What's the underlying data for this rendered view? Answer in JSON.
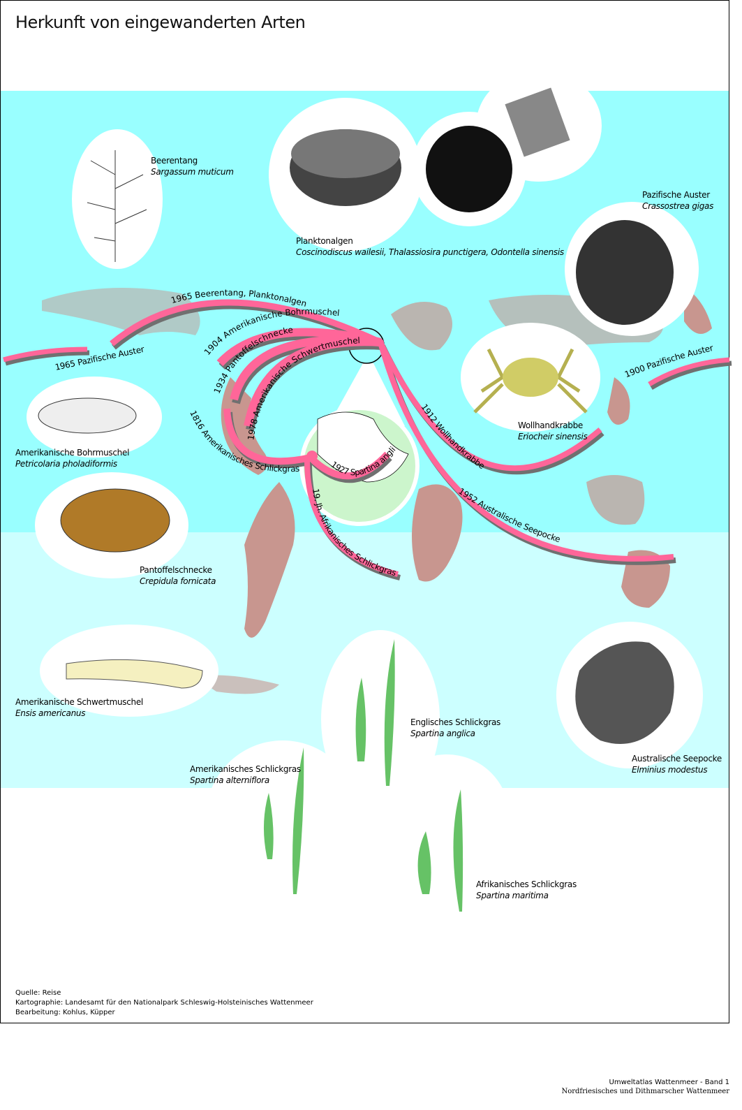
{
  "title": "Herkunft von eingewanderten Arten",
  "colors": {
    "ocean_north": "#99ffff",
    "ocean_south": "#ccffff",
    "land": "#c8968f",
    "arrow": "#ff6699",
    "arrow_shadow": "#707070",
    "inset": "#ccf5cc"
  },
  "species": [
    {
      "name": "Beerentang",
      "latin": "Sargassum muticum"
    },
    {
      "name": "Planktonalgen",
      "latin": "Coscinodiscus wailesii, Thalassiosira punctigera, Odontella sinensis"
    },
    {
      "name": "Pazifische Auster",
      "latin": "Crassostrea gigas"
    },
    {
      "name": "Wollhandkrabbe",
      "latin": "Eriocheir sinensis"
    },
    {
      "name": "Amerikanische Bohrmuschel",
      "latin": "Petricolaria pholadiformis"
    },
    {
      "name": "Pantoffelschnecke",
      "latin": "Crepidula fornicata"
    },
    {
      "name": "Amerikanische Schwertmuschel",
      "latin": "Ensis americanus"
    },
    {
      "name": "Englisches Schlickgras",
      "latin": "Spartina anglica"
    },
    {
      "name": "Amerikanisches Schlickgras",
      "latin": "Spartina alterniflora"
    },
    {
      "name": "Australische Seepocke",
      "latin": "Elminius modestus"
    },
    {
      "name": "Afrikanisches Schlickgras",
      "latin": "Spartina maritima"
    }
  ],
  "routes": [
    "1965 Beerentang, Planktonalgen",
    "1965 Pazifische Auster",
    "1900 Pazifische Auster",
    "1904 Amerikanische Bohrmuschel",
    "1934 Pantoffelschnecke",
    "1978 Amerikanische Schwertmuschel",
    "1816 Amerikanisches Schlickgras",
    "1927 Spartina anglica",
    "19. Jh. Afrikanisches Schlickgras",
    "1912 Wollhandkrabbe",
    "1952 Australische Seepocke"
  ],
  "credits": {
    "source": "Quelle: Reise",
    "cartography": "Kartographie: Landesamt für den Nationalpark Schleswig-Holsteinisches Wattenmeer",
    "editing": "Bearbeitung: Kohlus, Küpper"
  },
  "footer": {
    "line1": "Umweltatlas Wattenmeer - Band 1",
    "line2": "Nordfriesisches und Dithmarscher Wattenmeer"
  }
}
